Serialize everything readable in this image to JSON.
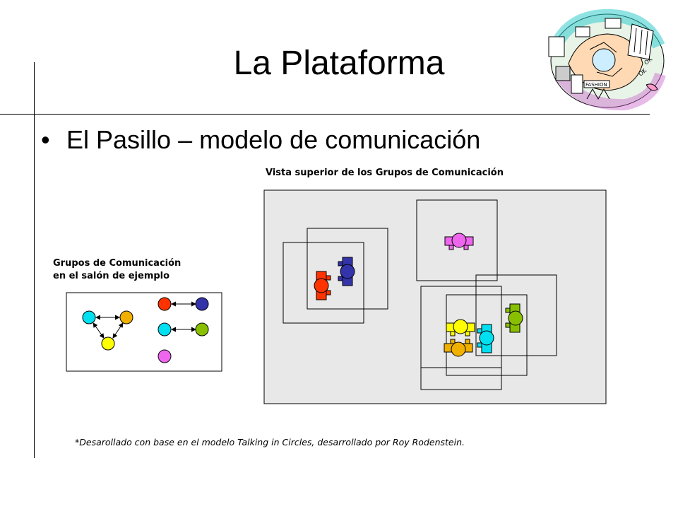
{
  "slide": {
    "title": "La Plataforma",
    "bullet_symbol": "•",
    "bullet_text": "El Pasillo – modelo de comunicación",
    "caption_top_view": "Vista superior de los Grupos de Comunicación",
    "caption_groups_line1": "Grupos de Comunicación",
    "caption_groups_line2": "en el salón de ejemplo",
    "footnote": "*Desarollado con base en el modelo Talking in Circles, desarrollado por Roy Rodenstein.",
    "logo_text": [
      "FASHION",
      "OK",
      "OK"
    ]
  },
  "colors": {
    "cyan": "#00e0f0",
    "gold": "#f0b000",
    "yellow": "#ffff00",
    "red": "#ff3300",
    "navy": "#3333aa",
    "green": "#88c000",
    "pink": "#ee66ee",
    "panel_gray": "#e8e8e8"
  },
  "icons": [
    "bidirectional-arrow-icon",
    "avatar-icon",
    "decorative-logo-icon"
  ]
}
